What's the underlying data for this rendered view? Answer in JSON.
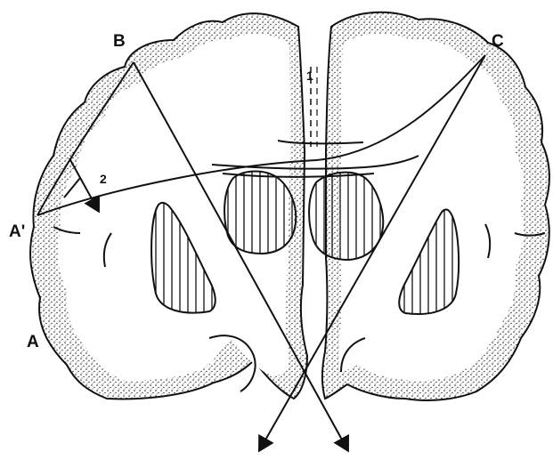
{
  "labels": {
    "a": "A",
    "a_prime": "A'",
    "b": "B",
    "c": "C",
    "one": "1",
    "two": "2"
  },
  "colors": {
    "ink": "#111111",
    "paper": "#ffffff",
    "stipple": "#222222"
  }
}
